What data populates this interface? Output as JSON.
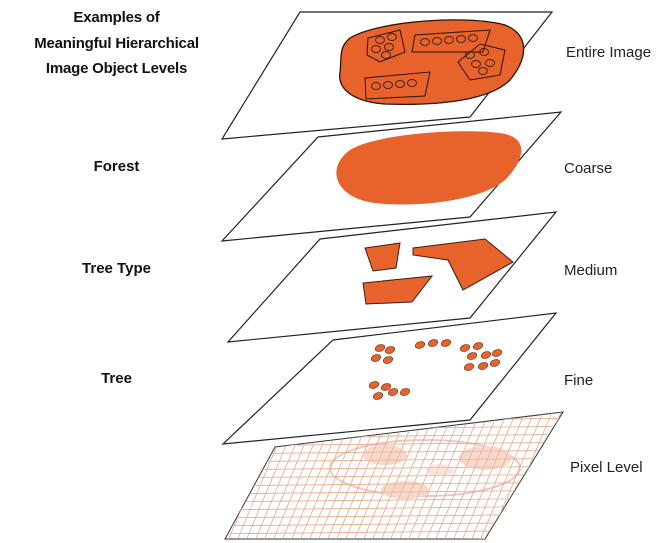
{
  "title": {
    "lines": [
      "Examples of",
      "Meaningful Hierarchical",
      "Image Object Levels"
    ]
  },
  "levels": [
    {
      "left_label": "",
      "right_label": "Entire Image"
    },
    {
      "left_label": "Forest",
      "right_label": "Coarse"
    },
    {
      "left_label": "Tree Type",
      "right_label": "Medium"
    },
    {
      "left_label": "Tree",
      "right_label": "Fine"
    },
    {
      "left_label": "",
      "right_label": "Pixel Level"
    }
  ],
  "colors": {
    "object_fill": "#E8632B",
    "object_outline": "#3a1e10",
    "plane_outline": "#222222",
    "grid_line": "#e7a98f",
    "faint_fill": "#f1c7b3"
  }
}
